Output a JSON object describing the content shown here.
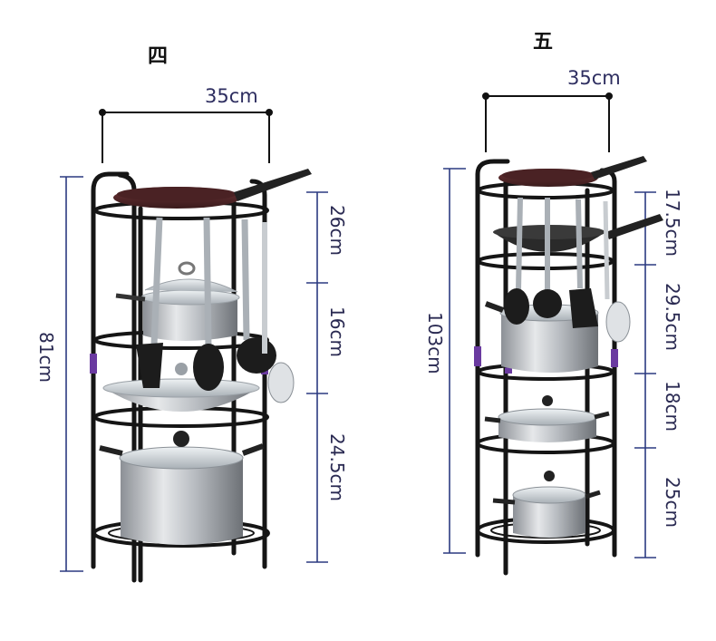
{
  "left_rack": {
    "title": "四",
    "width_label": "35cm",
    "total_height_label": "81cm",
    "tier_labels": [
      "26cm",
      "16cm",
      "24.5cm"
    ]
  },
  "right_rack": {
    "title": "五",
    "width_label": "35cm",
    "total_height_label": "103cm",
    "tier_labels": [
      "17.5cm",
      "29.5cm",
      "18cm",
      "25cm"
    ]
  },
  "colors": {
    "dimension_line": "#2b3a80",
    "frame": "#1a1a1a",
    "steel": "#c8ccd0",
    "pan": "#5a2a2a",
    "accent": "#6a3aa0"
  }
}
